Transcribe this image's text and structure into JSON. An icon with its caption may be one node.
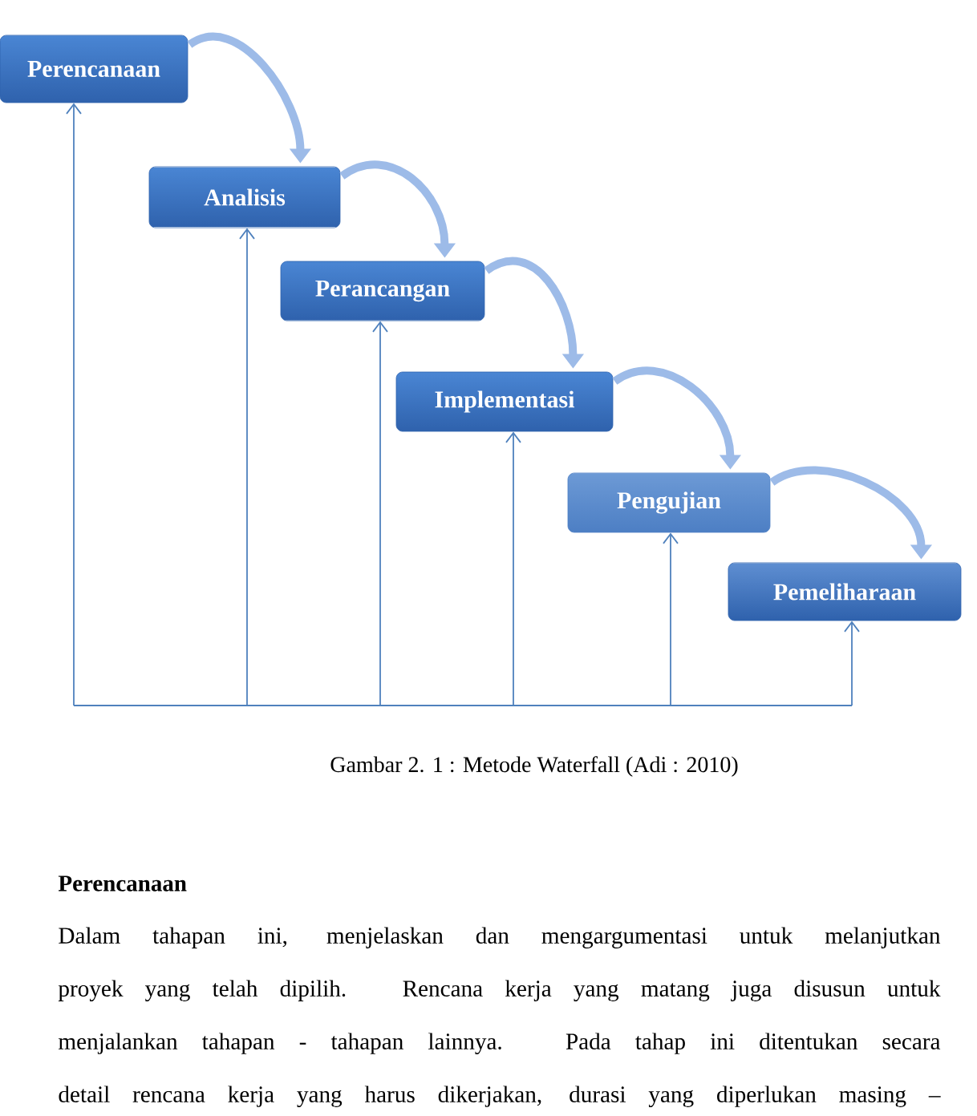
{
  "diagram": {
    "caption": "Gambar 2. 1 : Metode Waterfall (Adi : 2010)",
    "nodes": [
      {
        "text": [
          "Perencanaan"
        ]
      },
      {
        "text": [
          "Analisis"
        ]
      },
      {
        "text": [
          "Perancangan"
        ]
      },
      {
        "text": [
          "Implementasi"
        ]
      },
      {
        "text": [
          "Pengujian"
        ]
      },
      {
        "text": [
          "Pemeliharaan"
        ]
      }
    ],
    "edges": [
      {
        "from": 0,
        "to": 1,
        "arrow": "to",
        "style": "thick",
        "color": "#9dbbe8"
      },
      {
        "from": 1,
        "to": 2,
        "arrow": "to",
        "style": "thick",
        "color": "#9dbbe8"
      },
      {
        "from": 2,
        "to": 3,
        "arrow": "to",
        "style": "thick",
        "color": "#9dbbe8"
      },
      {
        "from": 3,
        "to": 4,
        "arrow": "to",
        "style": "thick",
        "color": "#9dbbe8"
      },
      {
        "from": 4,
        "to": 5,
        "arrow": "to",
        "style": "thick",
        "color": "#9dbbe8"
      },
      {
        "from": null,
        "to": 0,
        "arrow": "to"
      },
      {
        "from": null,
        "to": 1,
        "arrow": "to"
      },
      {
        "from": null,
        "to": 2,
        "arrow": "to"
      },
      {
        "from": null,
        "to": 3,
        "arrow": "to"
      },
      {
        "from": null,
        "to": 4,
        "arrow": "to"
      },
      {
        "from": null,
        "to": 5,
        "arrow": "to"
      }
    ],
    "labels": [
      "Perencanaan",
      "Dalam tahapan ini, menjelaskan dan mengargumentasi untuk melanjutkan proyek yang telah dipilih. Rencana kerja yang matang juga disusun untuk menjalankan tahapan - tahapan lainnya. Pada tahap ini ditentukan secara detail rencana kerja yang harus dikerjakan, durasi yang diperlukan masing –"
    ]
  }
}
